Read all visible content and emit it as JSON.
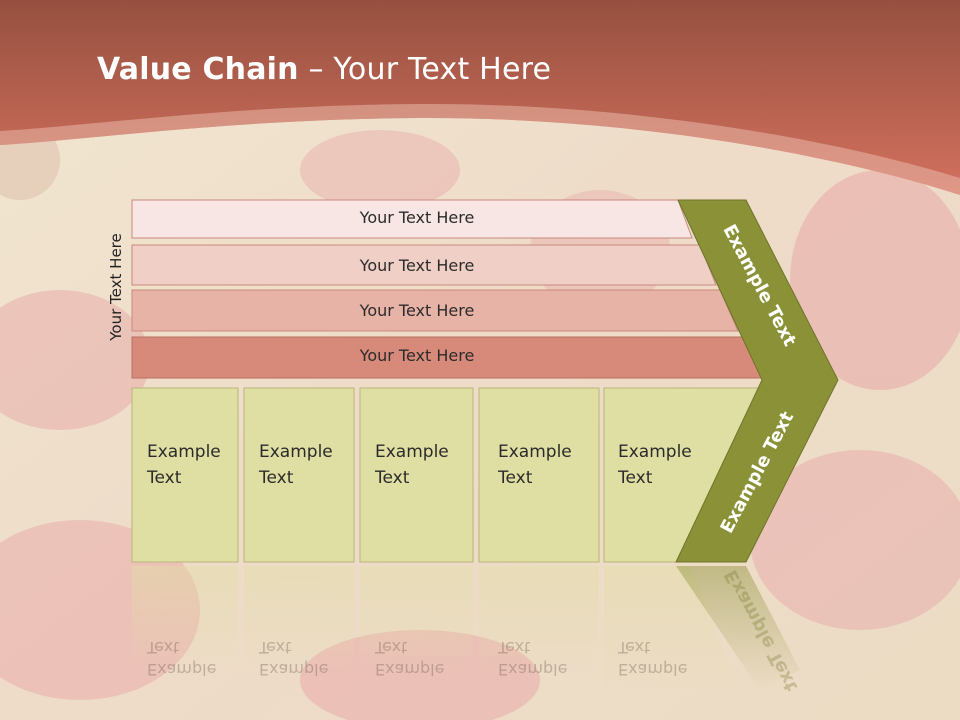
{
  "title": {
    "bold": "Value Chain",
    "rest": " – Your Text Here"
  },
  "side_label": "Your Text Here",
  "bars": [
    {
      "label": "Your Text Here",
      "color": "#f7e6e3"
    },
    {
      "label": "Your Text Here",
      "color": "#f0cfc6"
    },
    {
      "label": "Your Text Here",
      "color": "#e8b3a7"
    },
    {
      "label": "Your Text Here",
      "color": "#d88a7a"
    }
  ],
  "boxes": [
    {
      "line1": "Example",
      "line2": "Text"
    },
    {
      "line1": "Example",
      "line2": "Text"
    },
    {
      "line1": "Example",
      "line2": "Text"
    },
    {
      "line1": "Example",
      "line2": "Text"
    },
    {
      "line1": "Example",
      "line2": "Text"
    }
  ],
  "chevron": {
    "top": "Example Text",
    "bottom": "Example Text",
    "color": "#8b9137"
  },
  "colors": {
    "header": "#c8695a",
    "box_fill": "#e0dfa3",
    "page_bg": "#efe3c9"
  }
}
